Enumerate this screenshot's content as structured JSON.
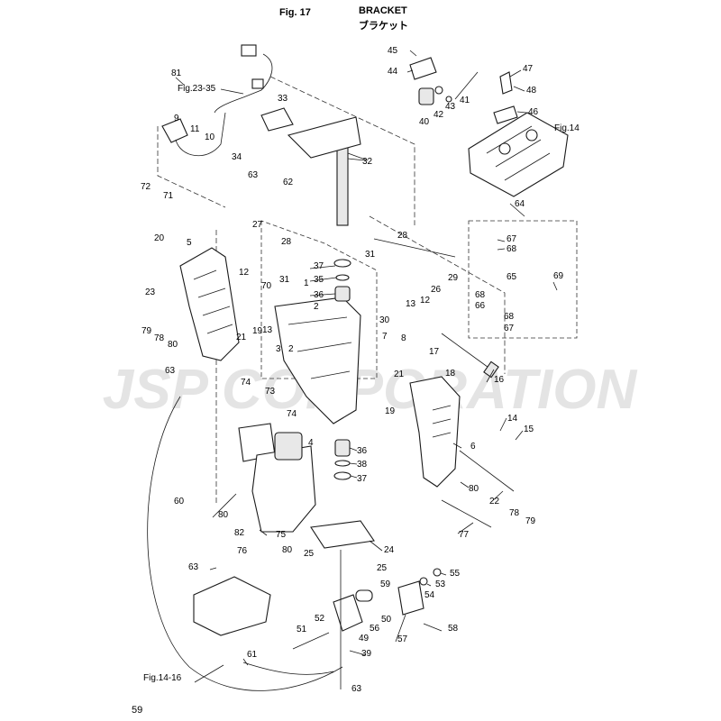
{
  "header": {
    "figure": "Fig. 17",
    "title": "BRACKET",
    "title_jp": "ブラケット"
  },
  "page_number": "59",
  "watermark": "JSP CORPORATION",
  "references": {
    "fig23": "Fig.23-35",
    "fig14": "Fig.14",
    "fig14_16": "Fig.14-16"
  },
  "callouts": {
    "p81": "81",
    "p9": "9",
    "p11": "11",
    "p10": "10",
    "p33": "33",
    "p34": "34",
    "p45": "45",
    "p44": "44",
    "p40": "40",
    "p42": "42",
    "p43": "43",
    "p41": "41",
    "p47": "47",
    "p48": "48",
    "p46": "46",
    "p32": "32",
    "p63a": "63",
    "p62": "62",
    "p72": "72",
    "p71": "71",
    "p27": "27",
    "p28a": "28",
    "p20": "20",
    "p5": "5",
    "p37a": "37",
    "p35a": "35",
    "p36a": "36",
    "p31a": "31",
    "p12a": "12",
    "p70": "70",
    "p23": "23",
    "p1": "1",
    "p2a": "2",
    "p13a": "13",
    "p79a": "79",
    "p78a": "78",
    "p80a": "80",
    "p21a": "21",
    "p19a": "19",
    "p3": "3",
    "p2b": "2",
    "p31b": "31",
    "p28b": "28",
    "p29": "29",
    "p26": "26",
    "p13b": "13",
    "p12b": "12",
    "p30": "30",
    "p64": "64",
    "p67a": "67",
    "p68a": "68",
    "p65": "65",
    "p69": "69",
    "p68b": "68",
    "p66": "66",
    "p68c": "68",
    "p67b": "67",
    "p7": "7",
    "p8": "8",
    "p17": "17",
    "p18": "18",
    "p16": "16",
    "p63b": "63",
    "p74a": "74",
    "p73": "73",
    "p74b": "74",
    "p4": "4",
    "p21b": "21",
    "p19b": "19",
    "p14": "14",
    "p15": "15",
    "p6": "6",
    "p36b": "36",
    "p38": "38",
    "p37b": "37",
    "p60": "60",
    "p80b": "80",
    "p22": "22",
    "p80c": "80",
    "p82": "82",
    "p75": "75",
    "p76": "76",
    "p80d": "80",
    "p78b": "78",
    "p79b": "79",
    "p77": "77",
    "p24": "24",
    "p25a": "25",
    "p25b": "25",
    "p63c": "63",
    "p55": "55",
    "p53": "53",
    "p59": "59",
    "p54": "54",
    "p52": "52",
    "p50": "50",
    "p51": "51",
    "p56": "56",
    "p49": "49",
    "p58": "58",
    "p57": "57",
    "p61": "61",
    "p39": "39",
    "p63d": "63"
  },
  "colors": {
    "line": "#1a1a1a",
    "watermark": "#e4e4e4",
    "background": "#ffffff"
  }
}
